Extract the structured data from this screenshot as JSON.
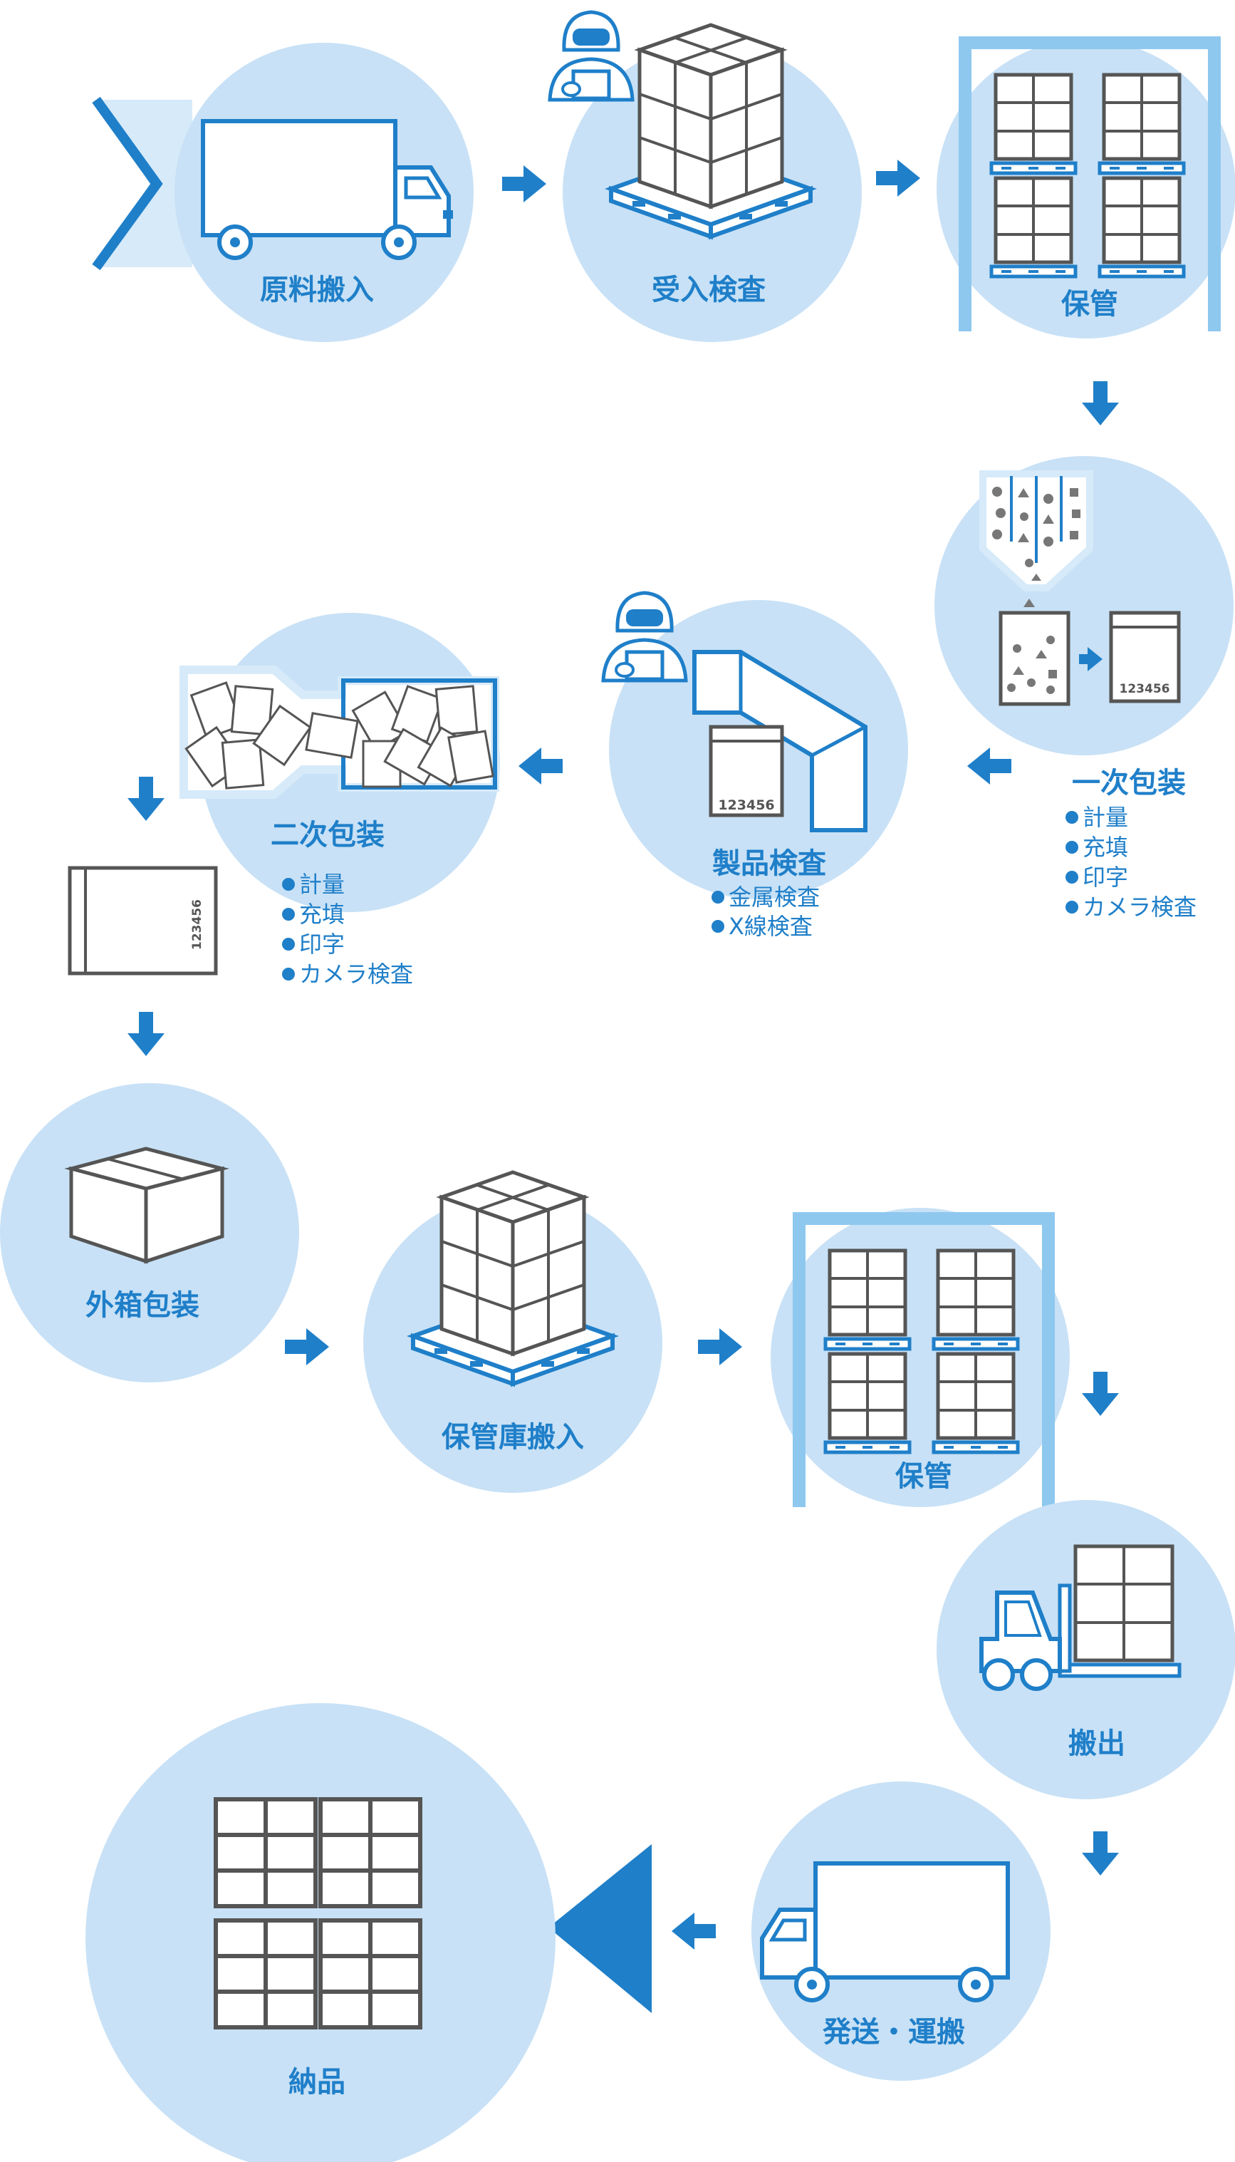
{
  "colors": {
    "circle": "#c8e1f6",
    "blue": "#1f7fc9",
    "light_blue": "#8ec8ef",
    "gray": "#666666"
  },
  "steps": {
    "raw_material_in": {
      "label": "原料搬入",
      "icon": "truck-icon"
    },
    "receiving_inspection": {
      "label": "受入検査",
      "icon": "pallet-boxes-icon"
    },
    "storage_1": {
      "label": "保管",
      "icon": "warehouse-rack-icon"
    },
    "primary_packaging": {
      "label": "一次包装",
      "icon": "filling-machine-icon",
      "bullets": [
        "計量",
        "充填",
        "印字",
        "カメラ検査"
      ],
      "code": "123456"
    },
    "product_inspection": {
      "label": "製品検査",
      "icon": "inspection-gate-icon",
      "bullets": [
        "金属検査",
        "X線検査"
      ],
      "code": "123456"
    },
    "secondary_packaging": {
      "label": "二次包装",
      "icon": "bags-icon",
      "bullets": [
        "計量",
        "充填",
        "印字",
        "カメラ検査"
      ],
      "code": "123456"
    },
    "outer_box_packaging": {
      "label": "外箱包装",
      "icon": "cardboard-box-icon"
    },
    "warehouse_in": {
      "label": "保管庫搬入",
      "icon": "pallet-boxes-icon"
    },
    "storage_2": {
      "label": "保管",
      "icon": "warehouse-rack-icon"
    },
    "carry_out": {
      "label": "搬出",
      "icon": "forklift-icon"
    },
    "shipping": {
      "label": "発送・運搬",
      "icon": "truck-icon"
    },
    "delivery": {
      "label": "納品",
      "icon": "pallet-grid-icon"
    }
  }
}
